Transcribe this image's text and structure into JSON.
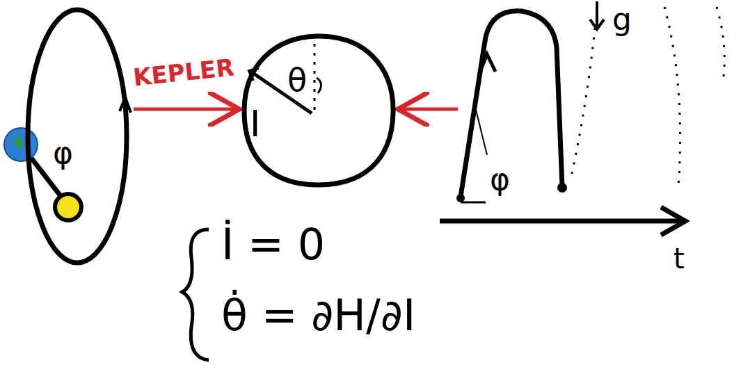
{
  "diagram": {
    "nodes": [
      {
        "text": [
          "φ"
        ]
      },
      {
        "text": [
          "θ",
          "I"
        ]
      },
      {
        "text": [
          "φ"
        ]
      }
    ],
    "edges": [
      {
        "from": 0,
        "to": 1,
        "arrow": "to",
        "label": "KEPLER"
      },
      {
        "from": 2,
        "to": 1,
        "arrow": "to"
      }
    ],
    "labels": [
      "İ = 0",
      "θ̇ = ∂H/∂I",
      "t",
      "g"
    ]
  }
}
